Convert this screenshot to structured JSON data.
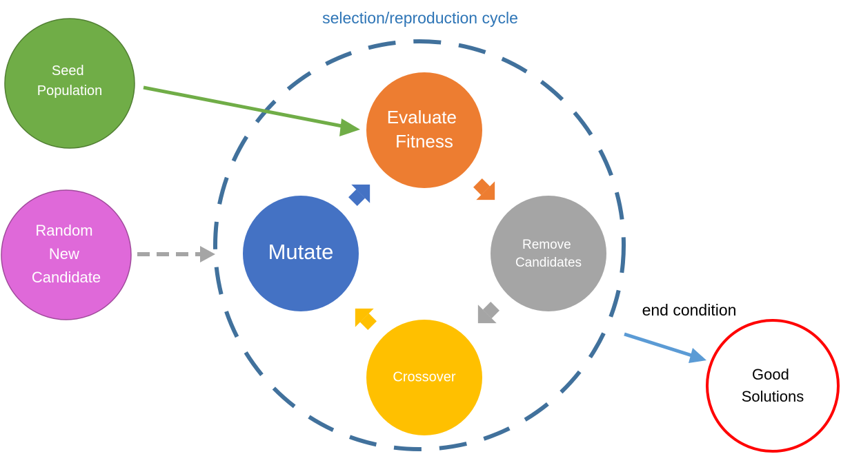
{
  "cycle_label": "selection/reproduction  cycle",
  "end_condition_label": "end condition",
  "colors": {
    "seed": "#70ad47",
    "random": "#df69d9",
    "evaluate": "#ed7d31",
    "remove": "#a5a5a5",
    "crossover": "#ffc000",
    "mutate": "#4472c4",
    "good_ring": "#ff0000",
    "cycle_ring": "#41719c",
    "cycle_label": "#2e75b6",
    "end_arrow": "#5b9bd5",
    "dashed_arrow": "#a5a5a5"
  },
  "nodes": {
    "seed": {
      "lines": [
        "Seed",
        "Population"
      ]
    },
    "random": {
      "lines": [
        "Random",
        "New",
        "Candidate"
      ]
    },
    "evaluate": {
      "lines": [
        "Evaluate",
        "Fitness"
      ]
    },
    "remove": {
      "lines": [
        "Remove",
        "Candidates"
      ]
    },
    "crossover": {
      "lines": [
        "Crossover"
      ]
    },
    "mutate": {
      "lines": [
        "Mutate"
      ]
    },
    "good": {
      "lines": [
        "Good",
        "Solutions"
      ]
    }
  }
}
